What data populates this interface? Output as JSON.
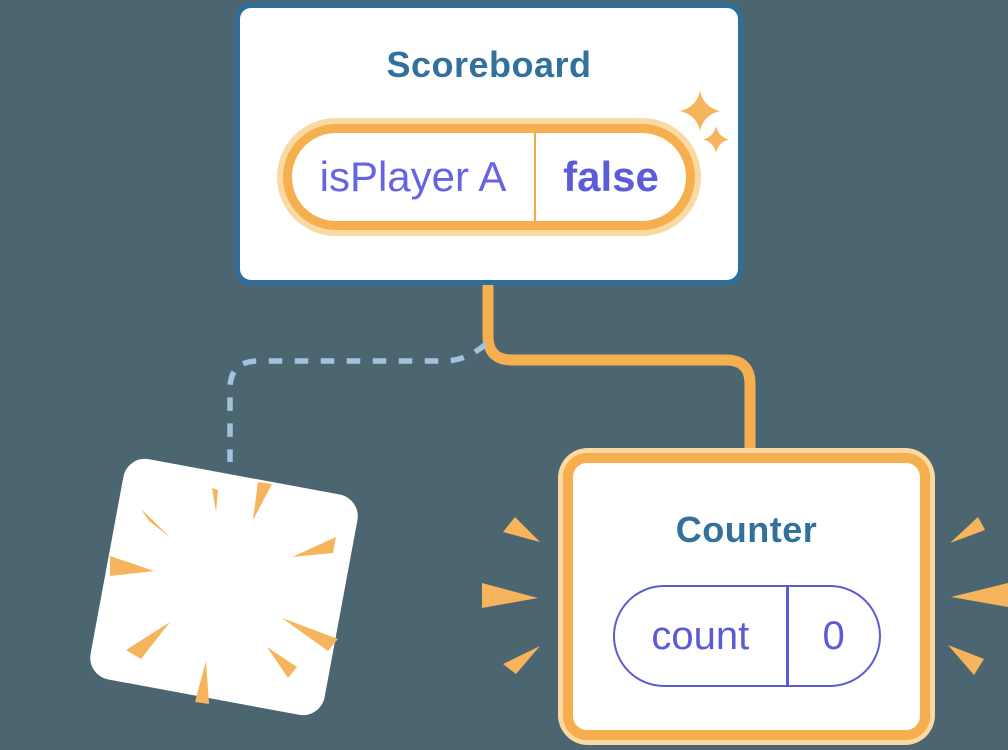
{
  "scoreboard_card": {
    "title": "Scoreboard",
    "state_pill": {
      "name": "isPlayer A",
      "value": "false"
    }
  },
  "counter_card": {
    "title": "Counter",
    "state_pill": {
      "name": "count",
      "value": "0"
    }
  },
  "colors": {
    "background": "#4C6671",
    "card_border_blue": "#2E6E9D",
    "title_text_teal": "#31719C",
    "accent_orange": "#F5AF4F",
    "orange_glow": "#FBD9A3",
    "burst_orange": "#F6B45C",
    "state_name_purple": "#6665E0",
    "state_value_purple": "#5C5BD8",
    "counter_pill_purple": "#5B5BD6",
    "dashed_line_blue": "#A3C2DD",
    "card_background": "#FFFFFF"
  },
  "icons": {
    "sparkles": "sparkles-icon",
    "poof": "poof-burst-icon",
    "emphasis": "emphasis-rays-icon"
  }
}
